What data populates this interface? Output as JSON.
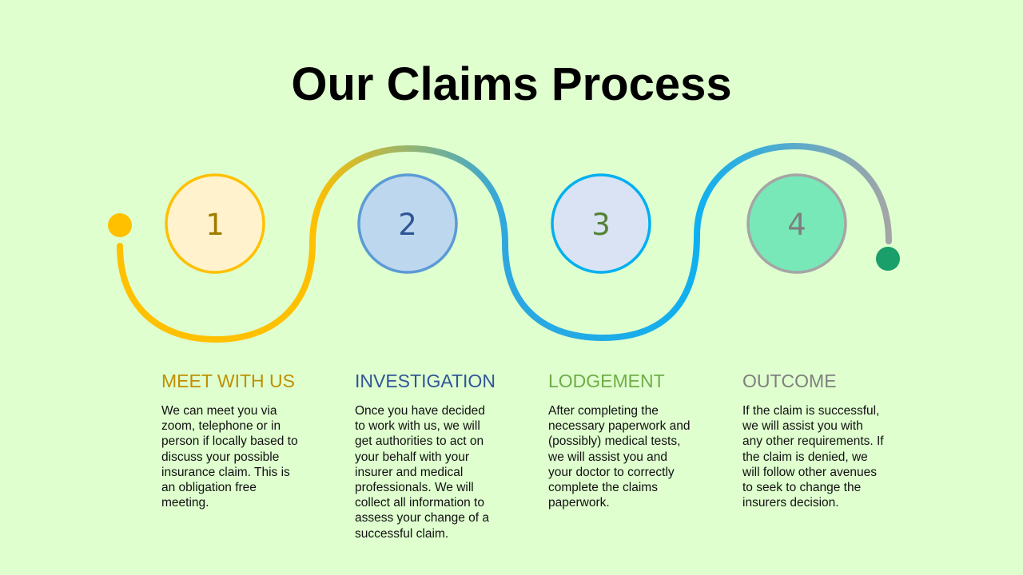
{
  "title": "Our Claims Process",
  "steps": [
    {
      "number": "1",
      "heading": "MEET WITH US",
      "description": "We can meet you via zoom, telephone or in person if locally based to discuss your possible insurance claim. This is an obligation free meeting.",
      "heading_color": "#bf9000",
      "number_color": "#a07c00",
      "circle_fill": "#fff2cc",
      "circle_stroke": "#ffc000"
    },
    {
      "number": "2",
      "heading": "INVESTIGATION",
      "description": "Once you have decided to work with us, we will get authorities to act on your behalf with your insurer and medical professionals. We will collect all information to assess your change of a successful claim.",
      "heading_color": "#2f5597",
      "number_color": "#2f5597",
      "circle_fill": "#bdd7ee",
      "circle_stroke": "#5b9bd5"
    },
    {
      "number": "3",
      "heading": "LODGEMENT",
      "description": "After completing the necessary paperwork and (possibly) medical tests, we will assist you and your doctor to correctly complete the claims paperwork.",
      "heading_color": "#70ad47",
      "number_color": "#548235",
      "circle_fill": "#dae3f3",
      "circle_stroke": "#00b0f0"
    },
    {
      "number": "4",
      "heading": "OUTCOME",
      "description": "If the claim is successful, we will assist you with any other requirements. If the claim is denied, we will follow other avenues to seek to change the insurers decision.",
      "heading_color": "#7f7f7f",
      "number_color": "#7f7f7f",
      "circle_fill": "#78e8b8",
      "circle_stroke": "#a5a5a5"
    }
  ],
  "colors": {
    "background": "#dfffcf",
    "start_dot": "#ffc000",
    "end_dot": "#1a9e6a",
    "wave_gradient": [
      "#ffc000",
      "#ffc000",
      "#2ea7e0",
      "#0fb0ef",
      "#a5a5a5"
    ]
  }
}
